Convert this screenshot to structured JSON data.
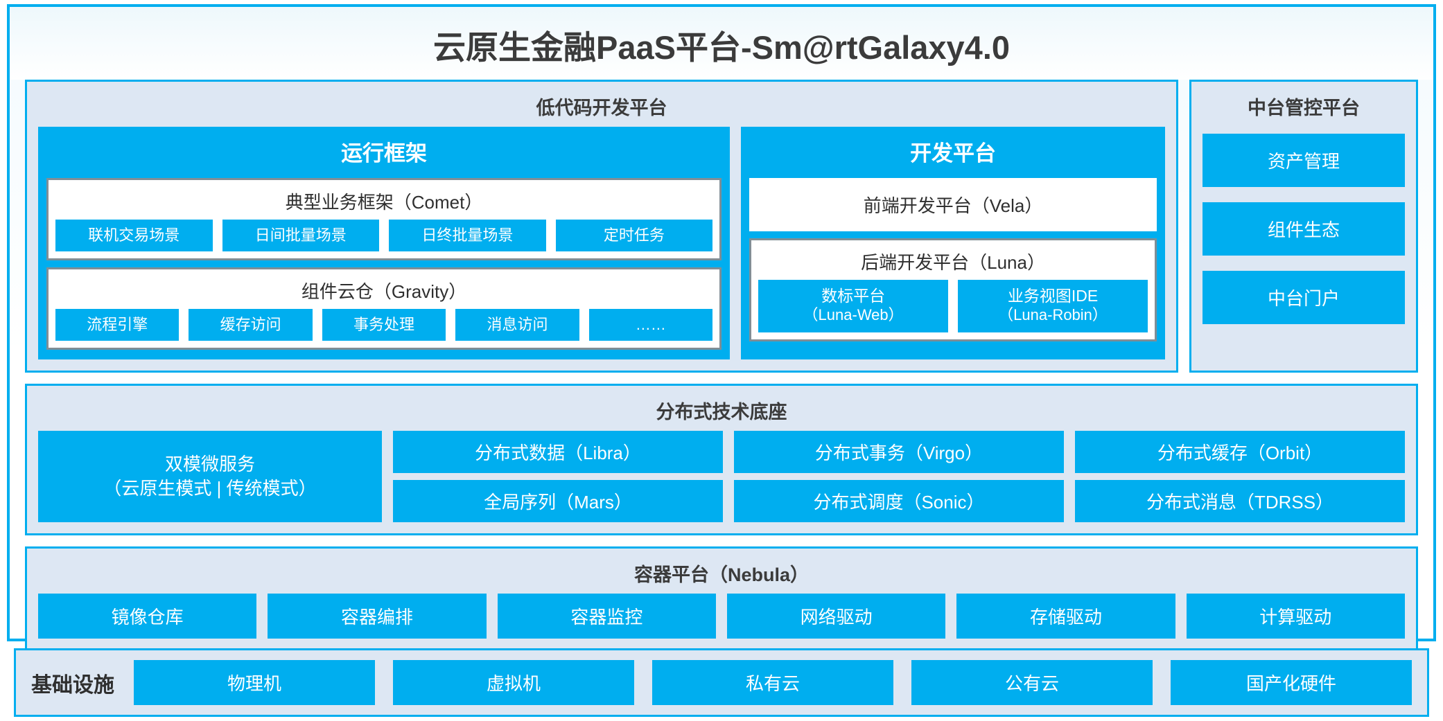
{
  "app": {
    "title": "云原生金融PaaS平台-Sm@rtGalaxy4.0",
    "accent_color": "#00AEEF",
    "panel_bg_color": "#DDE7F3",
    "text_color": "#3B3B3B"
  },
  "lowcode": {
    "title": "低代码开发平台",
    "runtime": {
      "title": "运行框架",
      "comet": {
        "title": "典型业务框架（Comet）",
        "items": [
          "联机交易场景",
          "日间批量场景",
          "日终批量场景",
          "定时任务"
        ]
      },
      "gravity": {
        "title": "组件云仓（Gravity）",
        "items": [
          "流程引擎",
          "缓存访问",
          "事务处理",
          "消息访问",
          "……"
        ]
      }
    },
    "devplatform": {
      "title": "开发平台",
      "frontend": "前端开发平台（Vela）",
      "backend": {
        "title": "后端开发平台（Luna）",
        "items": [
          {
            "name": "数标平台",
            "code": "（Luna-Web）"
          },
          {
            "name": "业务视图IDE",
            "code": "（Luna-Robin）"
          }
        ]
      }
    }
  },
  "management": {
    "title": "中台管控平台",
    "items": [
      "资产管理",
      "组件生态",
      "中台门户"
    ]
  },
  "distributed": {
    "title": "分布式技术底座",
    "microservice": {
      "line1": "双模微服务",
      "line2": "（云原生模式 | 传统模式）"
    },
    "columns": [
      [
        "分布式数据（Libra）",
        "全局序列（Mars）"
      ],
      [
        "分布式事务（Virgo）",
        "分布式调度（Sonic）"
      ],
      [
        "分布式缓存（Orbit）",
        "分布式消息（TDRSS）"
      ]
    ]
  },
  "container": {
    "title": "容器平台（Nebula）",
    "items": [
      "镜像仓库",
      "容器编排",
      "容器监控",
      "网络驱动",
      "存储驱动",
      "计算驱动"
    ]
  },
  "infrastructure": {
    "label": "基础设施",
    "items": [
      "物理机",
      "虚拟机",
      "私有云",
      "公有云",
      "国产化硬件"
    ]
  }
}
